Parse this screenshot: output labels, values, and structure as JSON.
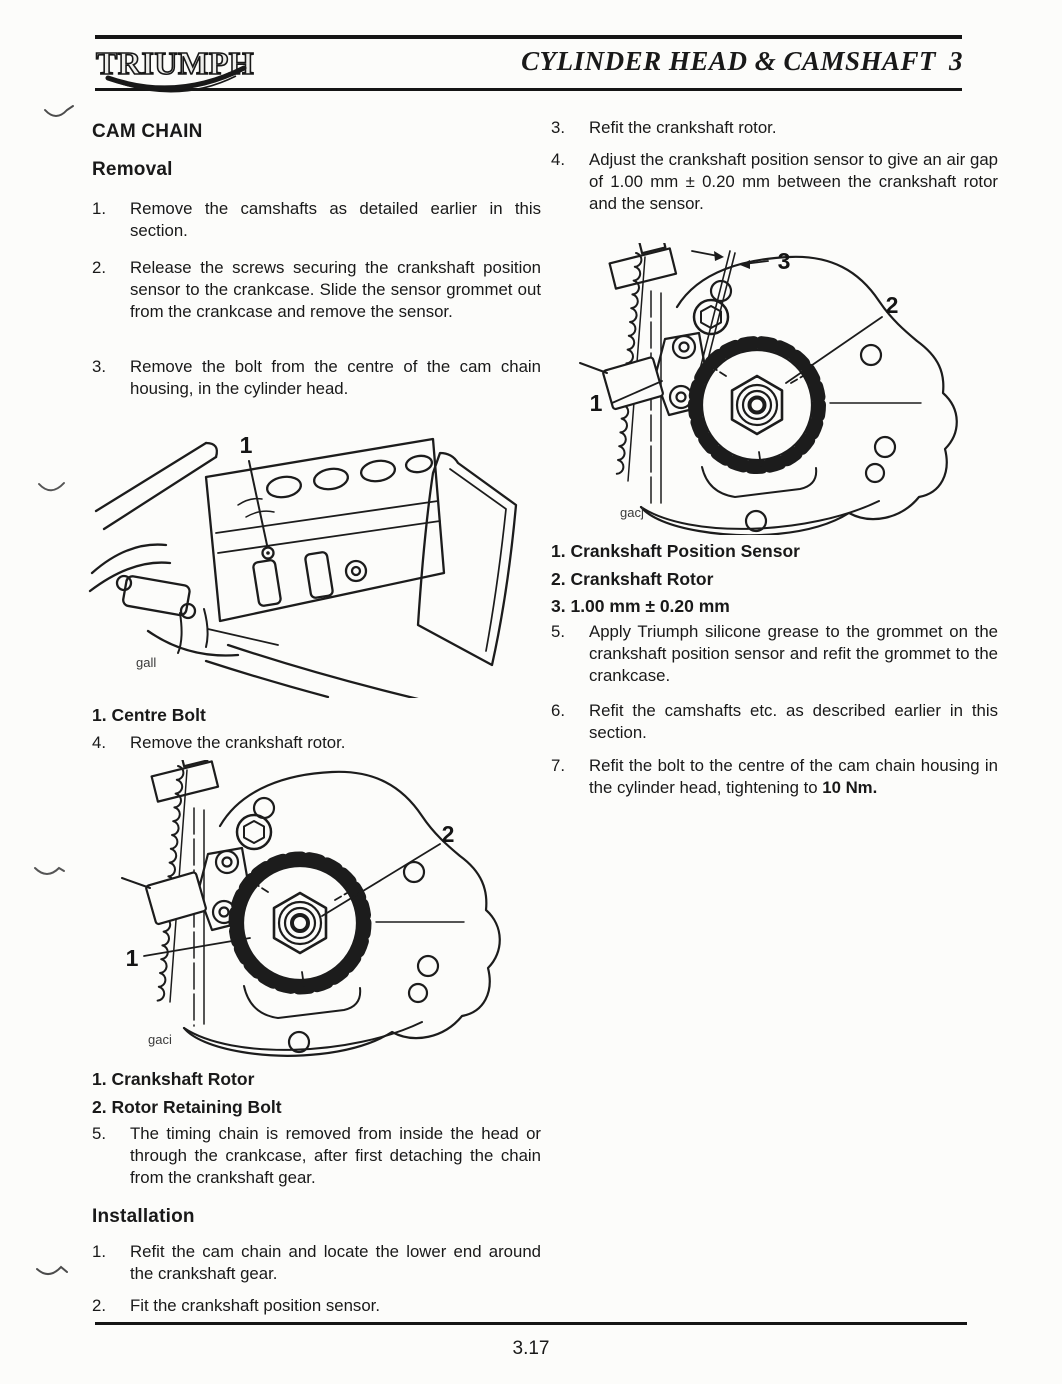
{
  "header": {
    "logo": "TRIUMPH",
    "title": "CYLINDER HEAD & CAMSHAFT",
    "chapter": "3"
  },
  "left": {
    "section": "CAM CHAIN",
    "removal_heading": "Removal",
    "removal_steps": [
      {
        "num": "1.",
        "text": "Remove the camshafts as detailed earlier in this section."
      },
      {
        "num": "2.",
        "text": "Release the screws securing the crankshaft position sensor to the crankcase.  Slide the sensor grommet out from the crankcase and remove the sensor."
      },
      {
        "num": "3.",
        "text": "Remove the bolt from the centre of the cam chain housing, in the cylinder head."
      }
    ],
    "fig1": {
      "callout_1": "1",
      "code": "gall"
    },
    "fig1_caption": "1. Centre Bolt",
    "step4": {
      "num": "4.",
      "text": "Remove the crankshaft rotor."
    },
    "fig2": {
      "callout_1": "1",
      "callout_2": "2",
      "code": "gaci"
    },
    "fig2_captions": [
      "1. Crankshaft Rotor",
      "2. Rotor Retaining Bolt"
    ],
    "step5": {
      "num": "5.",
      "text": "The timing chain is removed from inside the head or through the crankcase, after first detaching the chain from the crankshaft gear."
    },
    "installation_heading": "Installation",
    "installation_steps": [
      {
        "num": "1.",
        "text": "Refit the cam chain and locate the lower end around the crankshaft gear."
      },
      {
        "num": "2.",
        "text": "Fit the crankshaft position sensor."
      }
    ]
  },
  "right": {
    "steps_top": [
      {
        "num": "3.",
        "text": "Refit the crankshaft rotor."
      },
      {
        "num": "4.",
        "text": "Adjust the crankshaft position sensor to give an air gap of 1.00 mm ± 0.20 mm between the crankshaft rotor and the sensor."
      }
    ],
    "fig3": {
      "callout_1": "1",
      "callout_2": "2",
      "callout_3": "3",
      "code": "gacj"
    },
    "fig3_captions": [
      "1. Crankshaft Position Sensor",
      "2. Crankshaft Rotor",
      "3. 1.00 mm ± 0.20 mm"
    ],
    "step5": {
      "num": "5.",
      "text": "Apply Triumph silicone grease to the grommet on the crankshaft position sensor and refit the grommet to the crankcase."
    },
    "step6": {
      "num": "6.",
      "text": "Refit the camshafts etc. as described earlier in this section."
    },
    "step7": {
      "num": "7.",
      "text": "Refit the bolt to the centre of the cam chain housing in the cylinder head, tightening to ",
      "bold": "10 Nm."
    }
  },
  "footer": {
    "page_number": "3.17"
  }
}
